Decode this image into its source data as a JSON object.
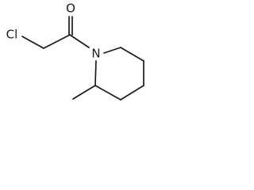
{
  "molecule": {
    "atoms": {
      "chlorine": "Cl",
      "oxygen": "O",
      "nitrogen": "N"
    },
    "bond_color": "#1a1a1a",
    "label_color": "#1a1a1a"
  }
}
